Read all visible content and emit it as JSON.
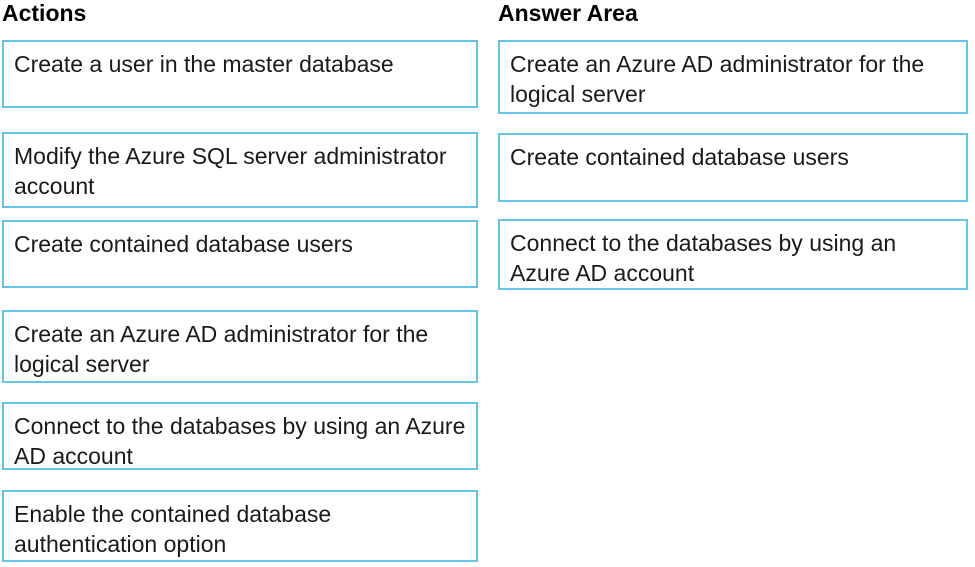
{
  "headers": {
    "actions": "Actions",
    "answer_area": "Answer Area"
  },
  "actions": {
    "items": [
      "Create a user in the master database",
      "Modify the Azure SQL server administrator account",
      "Create contained database users",
      "Create an Azure AD administrator for the logical server",
      "Connect to the databases by using an Azure AD account",
      "Enable the contained database authentication option"
    ]
  },
  "answer_area": {
    "items": [
      "Create an Azure AD administrator for the logical server",
      "Create contained database users",
      "Connect to the databases by using an Azure AD account"
    ]
  },
  "colors": {
    "box_border": "#66c4e8",
    "text": "#1a1a1a",
    "background": "#ffffff"
  }
}
